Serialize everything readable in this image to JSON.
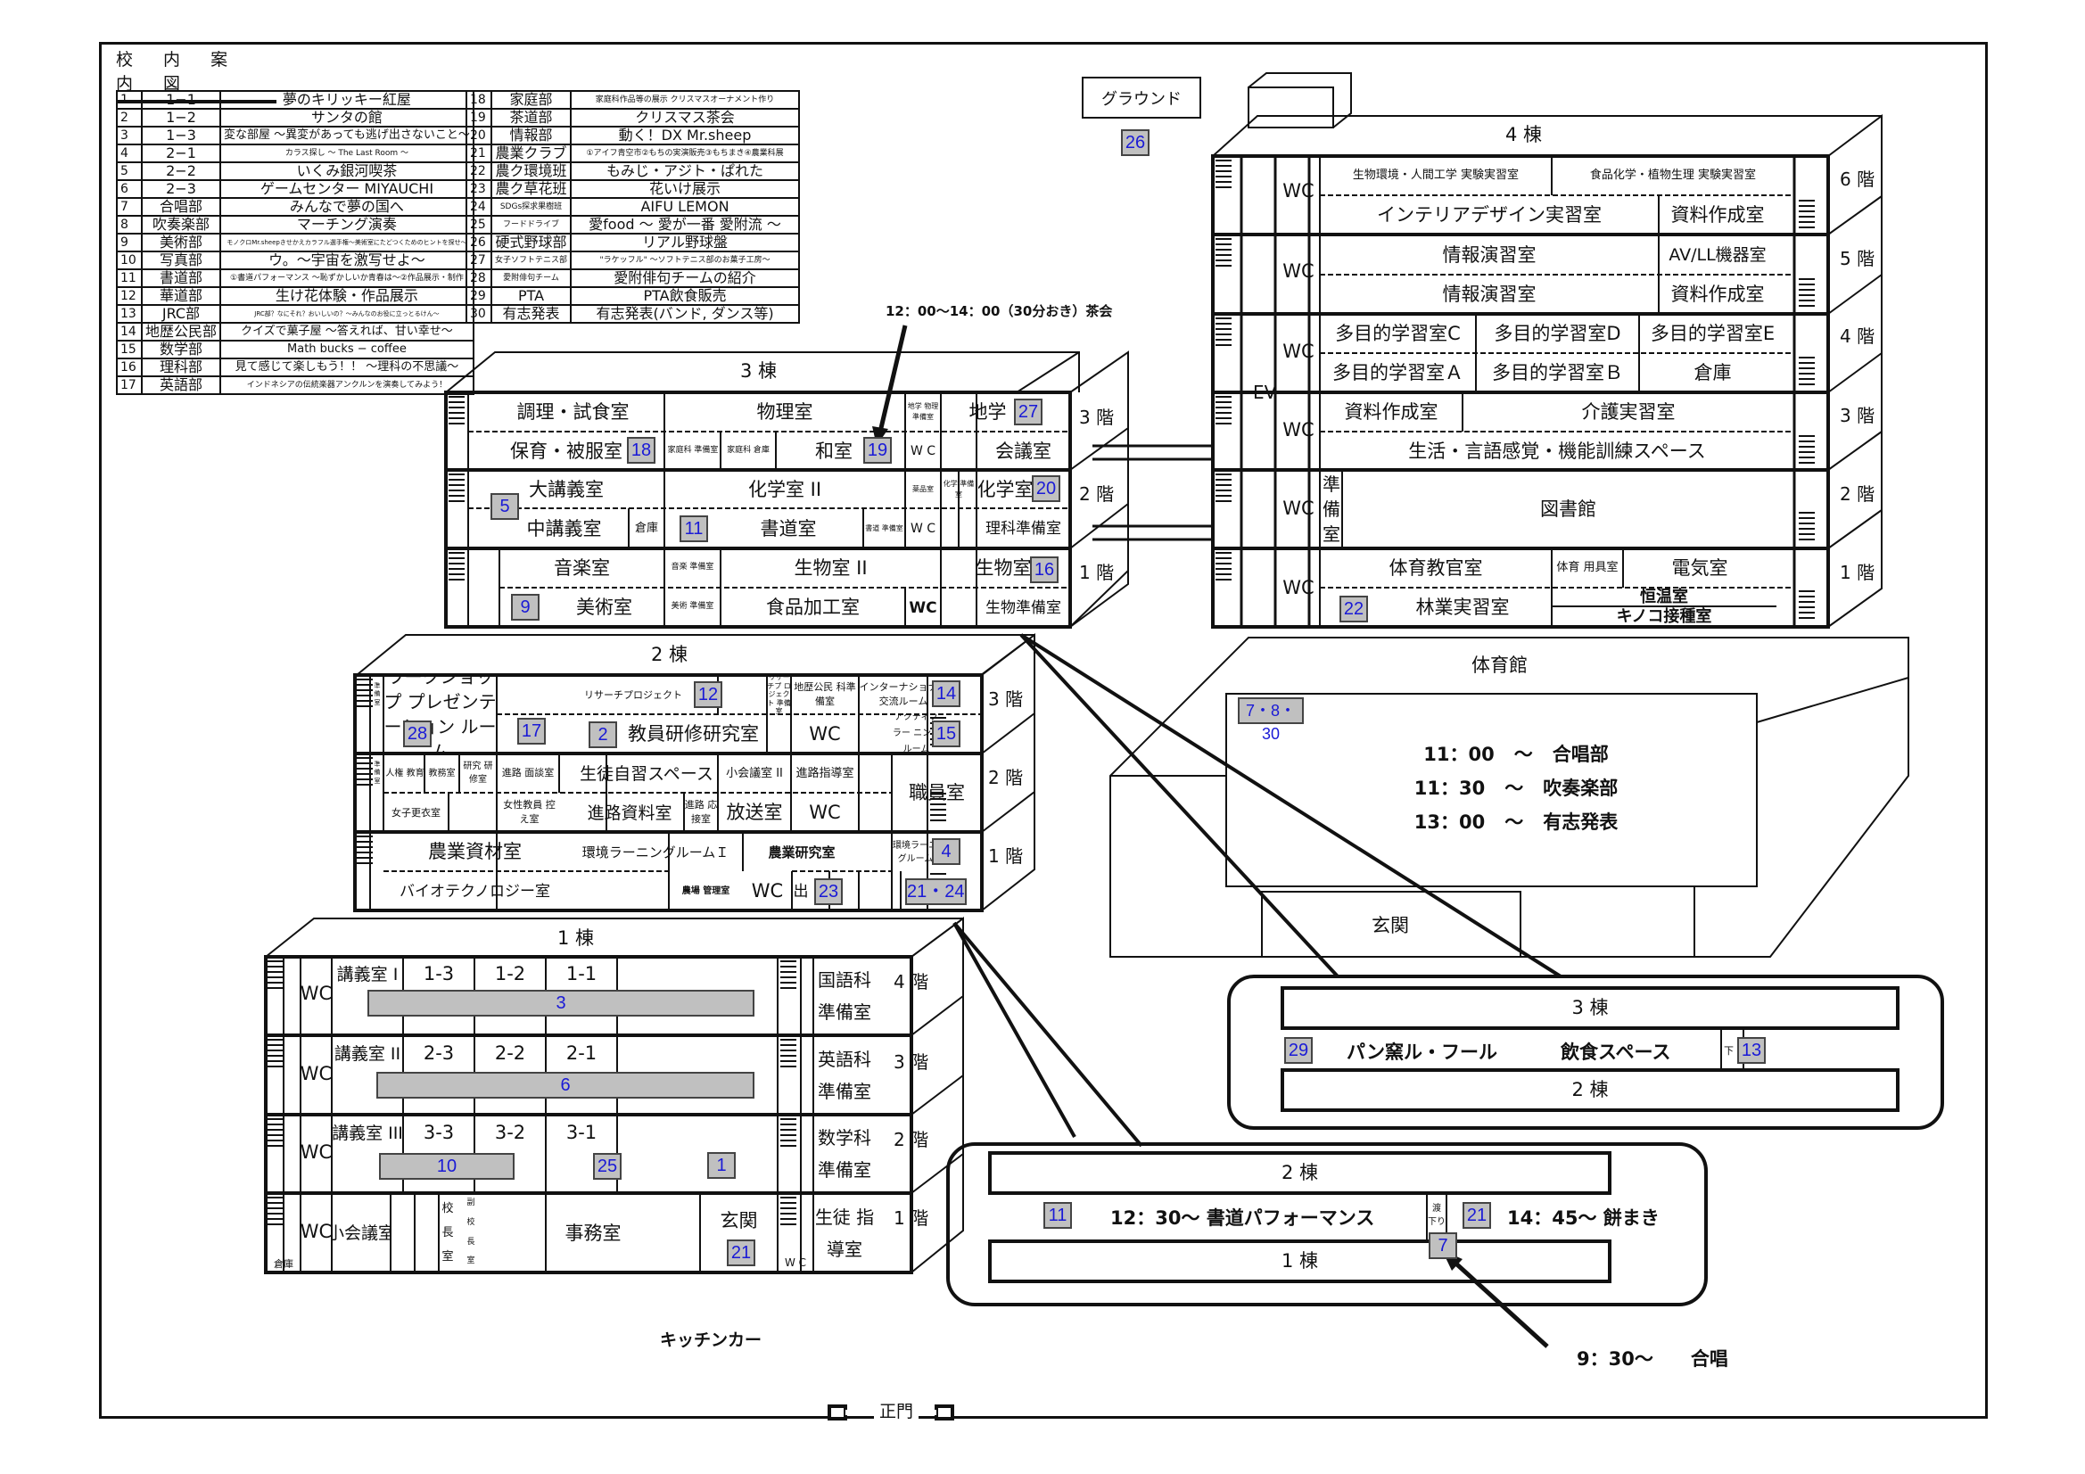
{
  "title": "校 内 案 内 図",
  "legend_left": [
    {
      "no": "1",
      "club": "1−1",
      "desc": "夢のキリッキー紅屋"
    },
    {
      "no": "2",
      "club": "1−2",
      "desc": "サンタの館"
    },
    {
      "no": "3",
      "club": "1−3",
      "desc": "変な部屋 〜異変があっても逃げ出さないこと〜"
    },
    {
      "no": "4",
      "club": "2−1",
      "desc": "カラス探し 〜 The Last Room 〜"
    },
    {
      "no": "5",
      "club": "2−2",
      "desc": "いくみ銀河喫茶"
    },
    {
      "no": "6",
      "club": "2−3",
      "desc": "ゲームセンター MIYAUCHI"
    },
    {
      "no": "7",
      "club": "合唱部",
      "desc": "みんなで夢の国へ"
    },
    {
      "no": "8",
      "club": "吹奏楽部",
      "desc": "マーチング演奏"
    },
    {
      "no": "9",
      "club": "美術部",
      "desc": "モノクロMr.sheepきせかえカラフル選手権〜美術室にたどつくためのヒントを探せ〜"
    },
    {
      "no": "10",
      "club": "写真部",
      "desc": "ウ。〜宇宙を激写せよ〜"
    },
    {
      "no": "11",
      "club": "書道部",
      "desc": "①書道パフォーマンス 〜恥ずかしいか青春は〜②作品展示・制作"
    },
    {
      "no": "12",
      "club": "華道部",
      "desc": "生け花体験・作品展示"
    },
    {
      "no": "13",
      "club": "JRC部",
      "desc": "JRC部？なにそれ？おいしいの？〜みんなのお役に立っとるけん〜"
    },
    {
      "no": "14",
      "club": "地歴公民部",
      "desc": "クイズで菓子屋 〜答えれば、甘い幸せ〜"
    },
    {
      "no": "15",
      "club": "数学部",
      "desc": "Math bucks − coffee"
    },
    {
      "no": "16",
      "club": "理科部",
      "desc": "見て感じて楽しもう！！ 〜理科の不思議〜"
    },
    {
      "no": "17",
      "club": "英語部",
      "desc": "インドネシアの伝統楽器アンクルンを演奏してみよう！"
    }
  ],
  "legend_right": [
    {
      "no": "18",
      "club": "家庭部",
      "desc": "家庭科作品等の展示 クリスマスオーナメント作り"
    },
    {
      "no": "19",
      "club": "茶道部",
      "desc": "クリスマス茶会"
    },
    {
      "no": "20",
      "club": "情報部",
      "desc": "動く！DX Mr.sheep"
    },
    {
      "no": "21",
      "club": "農業クラブ",
      "desc": "①アイフ青空市②もちの実演販売③もちまき④農業科展"
    },
    {
      "no": "22",
      "club": "農ク環境班",
      "desc": "もみじ・アジト・ぱれた"
    },
    {
      "no": "23",
      "club": "農ク草花班",
      "desc": "花いけ展示"
    },
    {
      "no": "24",
      "club": "SDGs探求果樹班",
      "desc": "AIFU LEMON"
    },
    {
      "no": "25",
      "club": "フードドライブ",
      "desc": "愛food 〜 愛が一番 愛附流 〜"
    },
    {
      "no": "26",
      "club": "硬式野球部",
      "desc": "リアル野球盤"
    },
    {
      "no": "27",
      "club": "女子ソフトテニス部",
      "desc": "\"ラケッフル\" 〜ソフトテニス部のお菓子工房〜"
    },
    {
      "no": "28",
      "club": "愛附俳句チーム",
      "desc": "愛附俳句チームの紹介"
    },
    {
      "no": "29",
      "club": "PTA",
      "desc": "PTA飲食販売"
    },
    {
      "no": "30",
      "club": "有志発表",
      "desc": "有志発表(バンド, ダンス等)"
    }
  ],
  "ground": {
    "label": "グラウンド",
    "badge": "26"
  },
  "tea_note": "12：00〜14：00（30分おき）茶会",
  "floors": {
    "f1": "1 階",
    "f2": "2 階",
    "f3": "3 階",
    "f4": "4 階",
    "f5": "5 階",
    "f6": "6 階"
  },
  "common": {
    "wc": "WC",
    "wc2": "W C",
    "ev": "EV",
    "soko": "倉庫"
  },
  "bldg3": {
    "name": "3 棟",
    "r": {
      "chori": "調理・試食室",
      "butsuri": "物理室",
      "chigaku_butsuri": "地学 物理 準備室",
      "chigaku": "地学",
      "hoiku": "保育・被服室",
      "katei_jun": "家庭科 準備室",
      "katei_soko": "家庭科 倉庫",
      "washitsu": "和室",
      "kaigi": "会議室",
      "daikogi": "大講義室",
      "kagaku2": "化学室 II",
      "yakuhin": "薬品室",
      "kagaku_jun": "化学 準備室",
      "kagaku": "化学室",
      "chukogi": "中講義室",
      "shodo": "書道室",
      "shodo_jun": "書道 準備室",
      "rika_jun": "理科準備室",
      "ongaku": "音楽室",
      "ongaku_jun": "音楽 準備室",
      "seibutsu2": "生物室 II",
      "seibutsu": "生物室",
      "bijutsu": "美術室",
      "bijutsu_jun": "美術 準備室",
      "shokuhin": "食品加工室",
      "seibutsu_jun": "生物準備室"
    },
    "badges": {
      "b18": "18",
      "b19": "19",
      "b27": "27",
      "b5": "5",
      "b11": "11",
      "b20": "20",
      "b9": "9",
      "b16": "16"
    }
  },
  "bldg4": {
    "name": "4 棟",
    "r": {
      "seibutsu_kankyo": "生物環境・人間工学 実験実習室",
      "shokuhin_kagaku": "食品化学・植物生理 実験実習室",
      "interior": "インテリアデザイン実習室",
      "shiryo": "資料作成室",
      "joho": "情報演習室",
      "avll": "AV/LL機器室",
      "tamokuC": "多目的学習室C",
      "tamokuD": "多目的学習室D",
      "tamokuE": "多目的学習室E",
      "tamokuA": "多目的学習室Ａ",
      "tamokuB": "多目的学習室Ｂ",
      "kaigo": "介護実習室",
      "seikatsu": "生活・言語感覚・機能訓練スペース",
      "junbi": "準 備 室",
      "toshokan": "図書館",
      "taiiku_kyokan": "体育教官室",
      "taiiku_yogu": "体育 用具室",
      "denki": "電気室",
      "ringyo": "林業実習室",
      "onshitsu": "恒温室",
      "kinoko": "キノコ接種室"
    },
    "badges": {
      "b22": "22"
    }
  },
  "bldg2": {
    "name": "2 棟",
    "r": {
      "junbi": "準 備 室",
      "workshop": "ワークショップ プレゼンテーション ルーム",
      "research": "リサーチプロジェクト",
      "research_jun": "リサーチプ ロジェクト 準備室",
      "chireki_jun": "地歴公民 科準備室",
      "intl": "インターナショナル 交流ルーム",
      "kyoin_kenshu": "教員研修研究室",
      "active": "アクティブラー ニングルーム",
      "jinken": "人権 教育",
      "kyomu": "教務室",
      "kenkyu": "研究 研修室",
      "shinro_mendan": "進路 面談室",
      "jishu": "生徒自習スペース",
      "shokaigi2": "小会議室 II",
      "shinro_shido": "進路指導室",
      "shokuin": "職員室",
      "joshi_koui": "女子更衣室",
      "josei_kyoin": "女性教員 控え室",
      "shinro_shiryo": "進路資料室",
      "shinro_osetsu": "進路 応接室",
      "hoso": "放送室",
      "nogyo_shizai": "農業資材室",
      "kankyo1": "環境ラーニングルームＩ",
      "nogyo_kenkyu": "農業研究室",
      "kankyo2": "環境ラーニングルーム II",
      "biotech": "バイオテクノロジー室",
      "nojo": "農場 管理室",
      "de": "出",
      "shitsu": "室"
    },
    "badges": {
      "b12": "12",
      "b14": "14",
      "b28": "28",
      "b17": "17",
      "b2": "2",
      "b15": "15",
      "b4": "4",
      "b23": "23",
      "b2124": "21・24"
    }
  },
  "bldg1": {
    "name": "1 棟",
    "r": {
      "kogi1": "講義室 I",
      "c13": "1-3",
      "c12": "1-2",
      "c11": "1-1",
      "kokugo": "国語科 準備室",
      "kogi2": "講義室 II",
      "c23": "2-3",
      "c22": "2-2",
      "c21": "2-1",
      "eigo": "英語科 準備室",
      "kogi3": "講義室 III",
      "c33": "3-3",
      "c32": "3-2",
      "c31": "3-1",
      "sugaku": "数学科 準備室",
      "shokaigi": "小会議室",
      "kocho": "校 長 室",
      "fukukocho": "副 校 長 室",
      "jimu": "事務室",
      "genkan": "玄関",
      "seito_shido": "生徒 指導室"
    },
    "badges": {
      "b3": "3",
      "b6": "6",
      "b10": "10",
      "b25": "25",
      "b1": "1",
      "b21": "21"
    }
  },
  "gym": {
    "name": "体育館",
    "badge": "7・8・30",
    "genkan": "玄関",
    "schedule": [
      {
        "time": "11：00",
        "sep": "〜",
        "event": "合唱部"
      },
      {
        "time": "11：30",
        "sep": "〜",
        "event": "吹奏楽部"
      },
      {
        "time": "13：00",
        "sep": "〜",
        "event": "有志発表"
      }
    ]
  },
  "callout_top": {
    "b3": "3 棟",
    "b2": "2 棟",
    "badge29": "29",
    "pan": "パン窯ル・フール",
    "inshoku": "飲食スペース",
    "roka": "下",
    "badge13": "13"
  },
  "callout_bottom": {
    "b2": "2 棟",
    "b1": "1 棟",
    "badge11": "11",
    "shodo_perf": "12：30〜 書道パフォーマンス",
    "watari": "渡 下り",
    "badge21": "21",
    "mochimaki": "14：45〜 餅まき",
    "badge7": "7"
  },
  "chorus_note": "9：30〜　　合唱",
  "kitchen_car": "キッチンカー",
  "main_gate": "正門"
}
